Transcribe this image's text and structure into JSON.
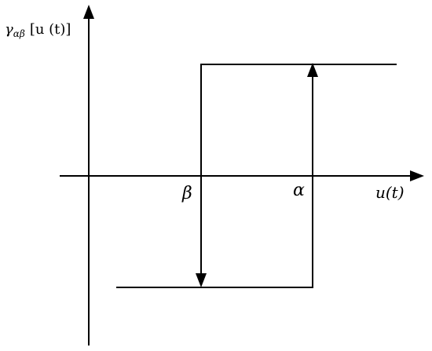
{
  "diagram": {
    "y_axis_label": {
      "symbol": "γ",
      "subscript": "αβ",
      "argument": "[u (t)]"
    },
    "x_axis_label": "u(t)",
    "thresholds": {
      "beta_label": "β",
      "alpha_label": "α"
    },
    "colors": {
      "stroke": "#000000",
      "background": "#ffffff"
    }
  }
}
